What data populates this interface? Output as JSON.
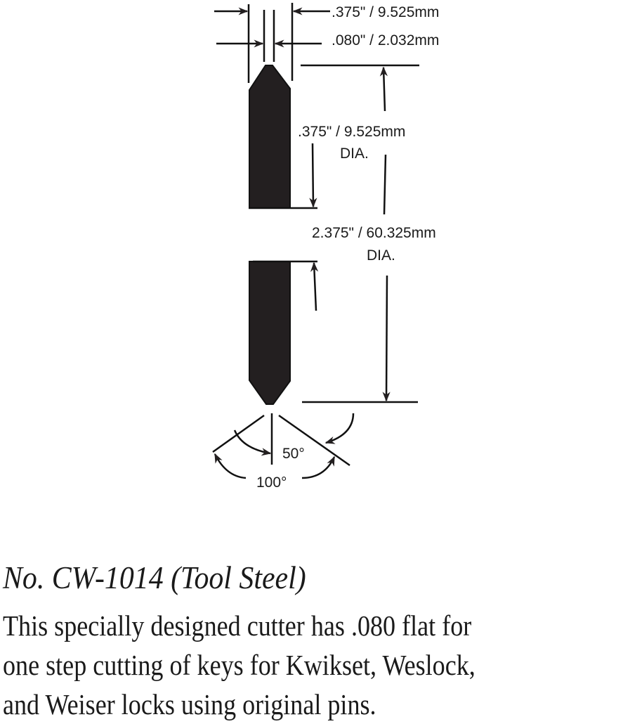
{
  "diagram": {
    "labels": {
      "overall_width": ".375\" / 9.525mm",
      "flat_width": ".080\" / 2.032mm",
      "diameter": ".375\" / 9.525mm",
      "diameter_suffix": "DIA.",
      "length": "2.375\" / 60.325mm",
      "length_suffix": "DIA.",
      "half_angle": "50°",
      "full_angle": "100°"
    },
    "colors": {
      "cutter_body": "#231f20",
      "lines": "#111111"
    }
  },
  "caption": {
    "title": "No. CW-1014 (Tool Steel)",
    "description_lines": [
      "This specially designed cutter has .080 flat for",
      "one step cutting of keys for Kwikset, Weslock,",
      "and Weiser locks using original pins."
    ]
  }
}
